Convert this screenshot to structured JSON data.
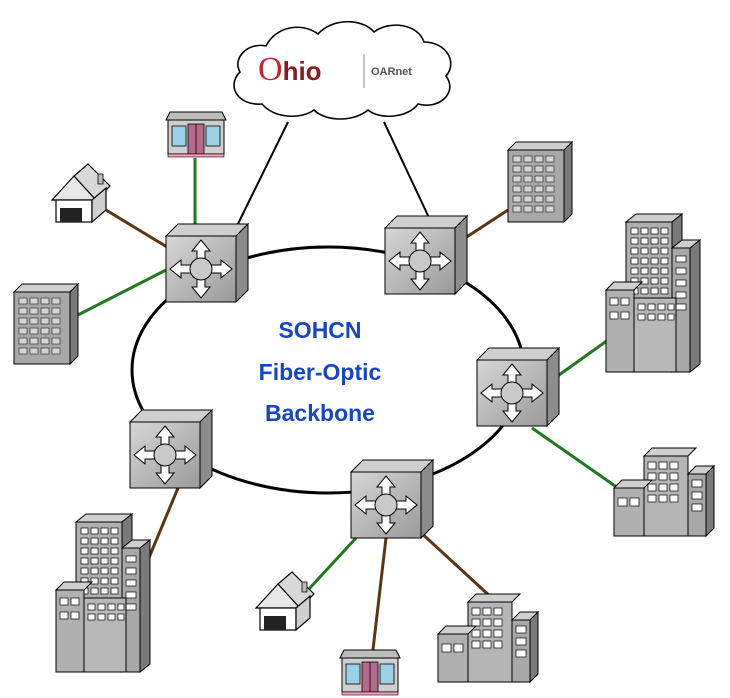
{
  "diagram": {
    "backbone_label": {
      "line1": "SOHCN",
      "line2": "Fiber-Optic",
      "line3": "Backbone"
    },
    "cloud_logo": {
      "ohio_first": "O",
      "ohio_rest": "hio",
      "oarnet": "OARnet"
    }
  },
  "colors": {
    "title_blue": "#1646c8",
    "ohio_red": "#c0262d",
    "oarnet_grey": "#555555",
    "ring": "#000000",
    "link_brown": "#5a3617",
    "link_green": "#1f7a1f",
    "link_black": "#000000",
    "building_fill": "#a8a8a8",
    "router_fill": "#b5b5b5"
  },
  "icons": [
    "cloud-icon",
    "router-icon",
    "office-building-icon",
    "storefront-icon",
    "house-icon"
  ]
}
